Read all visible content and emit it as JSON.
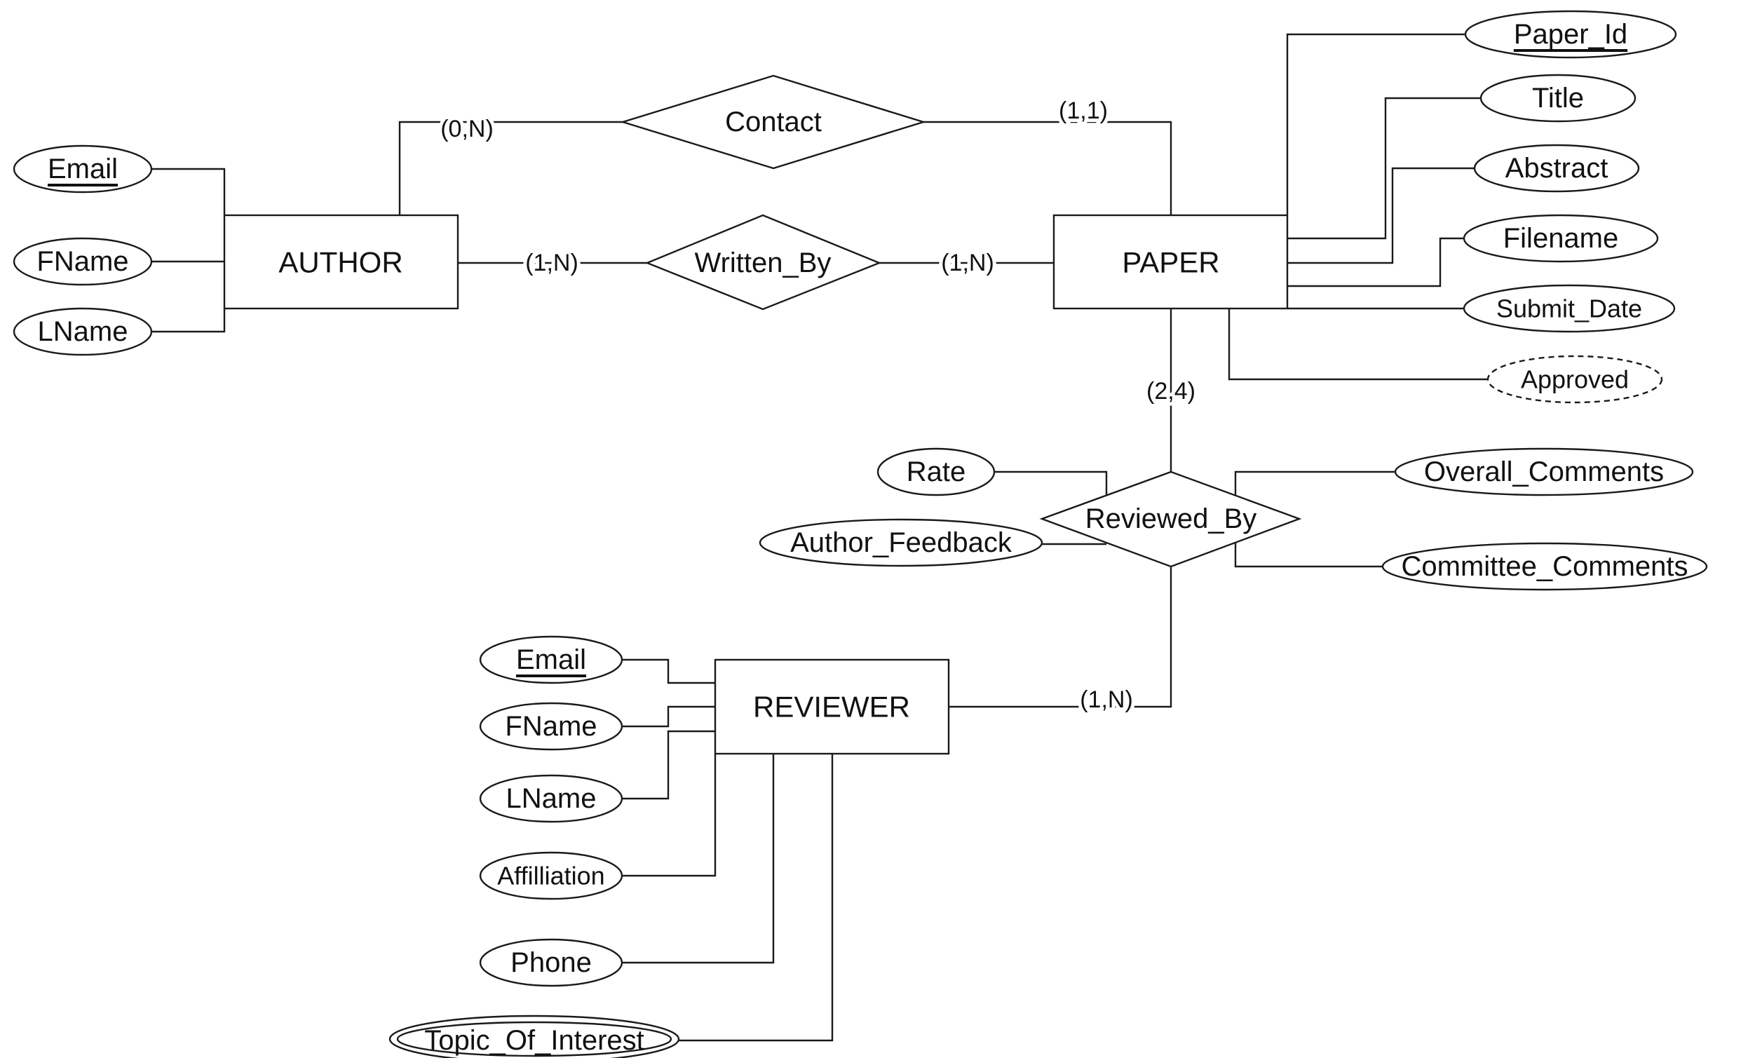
{
  "entities": {
    "author": "AUTHOR",
    "paper": "PAPER",
    "reviewer": "REVIEWER"
  },
  "relationships": {
    "contact": "Contact",
    "written_by": "Written_By",
    "reviewed_by": "Reviewed_By"
  },
  "attributes": {
    "author": {
      "email": "Email",
      "fname": "FName",
      "lname": "LName"
    },
    "paper": {
      "paper_id": "Paper_Id",
      "title": "Title",
      "abstract": "Abstract",
      "filename": "Filename",
      "submit_date": "Submit_Date",
      "approved": "Approved"
    },
    "reviewed_by": {
      "rate": "Rate",
      "author_feedback": "Author_Feedback",
      "overall_comments": "Overall_Comments",
      "committee_comments": "Committee_Comments"
    },
    "reviewer": {
      "email": "Email",
      "fname": "FName",
      "lname": "LName",
      "affiliation": "Affilliation",
      "phone": "Phone",
      "topic_of_interest": "Topic_Of_Interest"
    }
  },
  "cardinalities": {
    "author_contact": "(0,N)",
    "contact_paper": "(1,1)",
    "author_written_by": "(1,N)",
    "written_by_paper": "(1,N)",
    "paper_reviewed_by": "(2,4)",
    "reviewed_by_reviewer": "(1,N)"
  }
}
